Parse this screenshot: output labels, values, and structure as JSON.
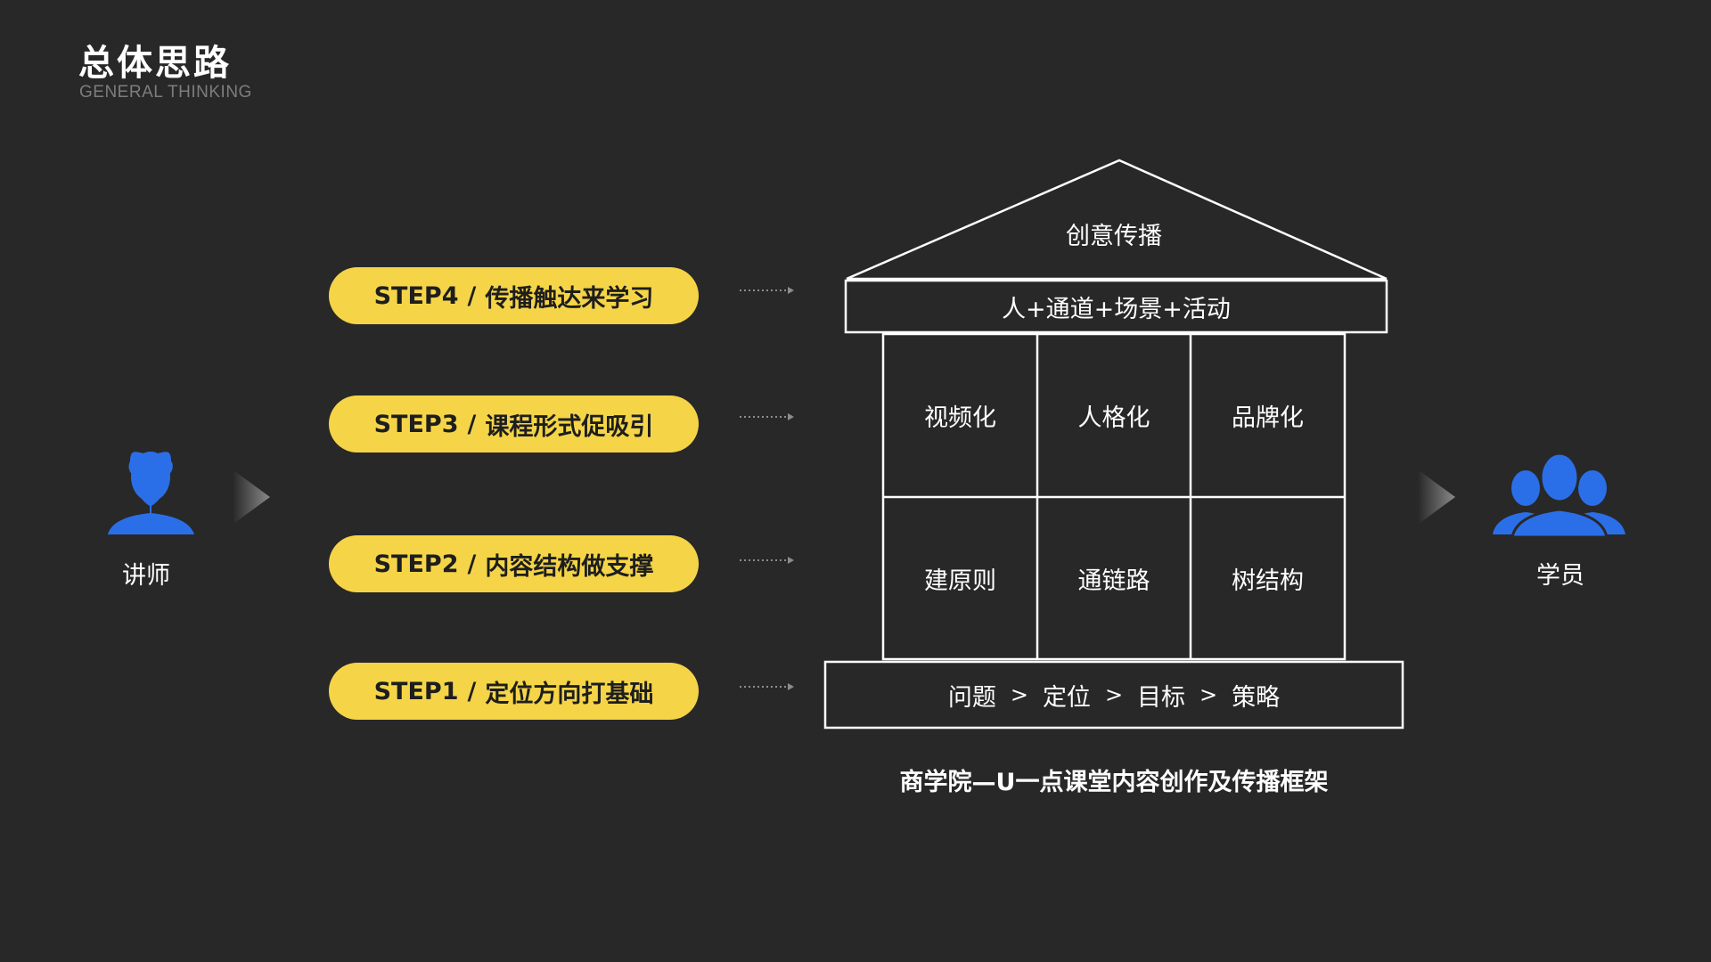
{
  "header": {
    "title": "总体思路",
    "subtitle": "GENERAL THINKING"
  },
  "left_person": {
    "label": "讲师",
    "icon": "user-icon"
  },
  "right_person": {
    "label": "学员",
    "icon": "users-group-icon"
  },
  "steps": [
    {
      "code": "STEP4",
      "text": "传播触达来学习"
    },
    {
      "code": "STEP3",
      "text": "课程形式促吸引"
    },
    {
      "code": "STEP2",
      "text": "内容结构做支撑"
    },
    {
      "code": "STEP1",
      "text": "定位方向打基础"
    }
  ],
  "house": {
    "roof": "创意传播",
    "beam": "人+通道+场景+活动",
    "pillars_top": [
      "视频化",
      "人格化",
      "品牌化"
    ],
    "pillars_bottom": [
      "建原则",
      "通链路",
      "树结构"
    ],
    "base": [
      "问题",
      "定位",
      "目标",
      "策略"
    ],
    "base_separator": ">"
  },
  "caption": "商学院—U一点课堂内容创作及传播框架",
  "colors": {
    "background": "#282828",
    "step_fill": "#f5d547",
    "person_blue": "#2b6fe8",
    "line": "#ffffff"
  }
}
